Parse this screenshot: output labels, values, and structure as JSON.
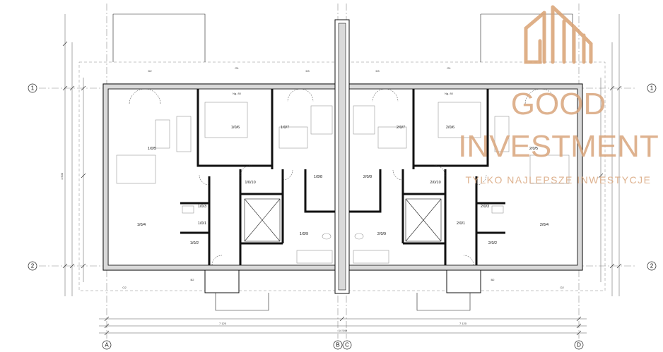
{
  "brand": {
    "line1": "GOOD",
    "line2": "INVESTMENT",
    "tagline": "TYLKO NAJLEPSZE INWESTYCJE",
    "color": "#d9a273"
  },
  "axes": {
    "rows": [
      "1",
      "2"
    ],
    "columns": [
      "A",
      "B",
      "C",
      "D"
    ]
  },
  "rooms_left": [
    "1/0/1",
    "1/0/2",
    "1/0/3",
    "1/0/4",
    "1/0/5",
    "1/0/6",
    "1/0/7",
    "1/0/8",
    "1/0/9",
    "1/0/10"
  ],
  "rooms_right": [
    "2/0/1",
    "2/0/2",
    "2/0/3",
    "2/0/4",
    "2/0/5",
    "2/0/6",
    "2/0/7",
    "2/0/8",
    "2/0/9",
    "2/0/10"
  ],
  "dimensions": {
    "bottom_segments": [
      "7 120",
      "7 120"
    ],
    "bottom_total": "14 540",
    "side_total": "1 500"
  },
  "notes": [
    "D2",
    "D3",
    "O1",
    "O2",
    "B2",
    "Ng. 80"
  ]
}
